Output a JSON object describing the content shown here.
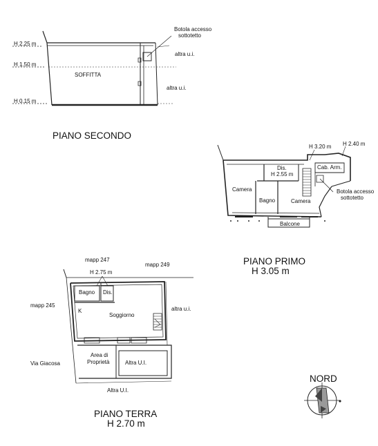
{
  "piano_secondo": {
    "title": "PIANO SECONDO",
    "h_225": "H 2.25 m",
    "h_150": "H 1.50 m",
    "h_015": "H 0.15 m",
    "room": "SOFFITTA",
    "botola": "Botola accesso",
    "sottotetto": "sottotetto",
    "altra_1": "altra u.i.",
    "altra_2": "altra u.i."
  },
  "piano_primo": {
    "title": "PIANO PRIMO",
    "height": "H 3.05 m",
    "h_320": "H 3.20 m",
    "h_240": "H 2.40 m",
    "dis": "Dis.",
    "dis_h": "H 2.55 m",
    "cab": "Cab. Arm.",
    "camera_left": "Camera",
    "camera_right": "Camera",
    "bagno": "Bagno",
    "balcone": "Balcone",
    "botola": "Botola accesso",
    "sottotetto": "sottotetto"
  },
  "piano_terra": {
    "title": "PIANO TERRA",
    "height": "H 2.70 m",
    "mapp_247": "mapp 247",
    "mapp_249": "mapp 249",
    "mapp_245": "mapp 245",
    "h_275": "H 2.75 m",
    "bagno": "Bagno",
    "dis": "Dis.",
    "k": "K",
    "soggiorno": "Soggiorno",
    "altra_ui": "altra u.i.",
    "area_1": "Area di",
    "area_2": "Proprietà",
    "altra_ui_box": "Altra U.I.",
    "via": "Via Giacosa",
    "altra_ui_bottom": "Altra U.I."
  },
  "compass": {
    "label": "NORD"
  }
}
